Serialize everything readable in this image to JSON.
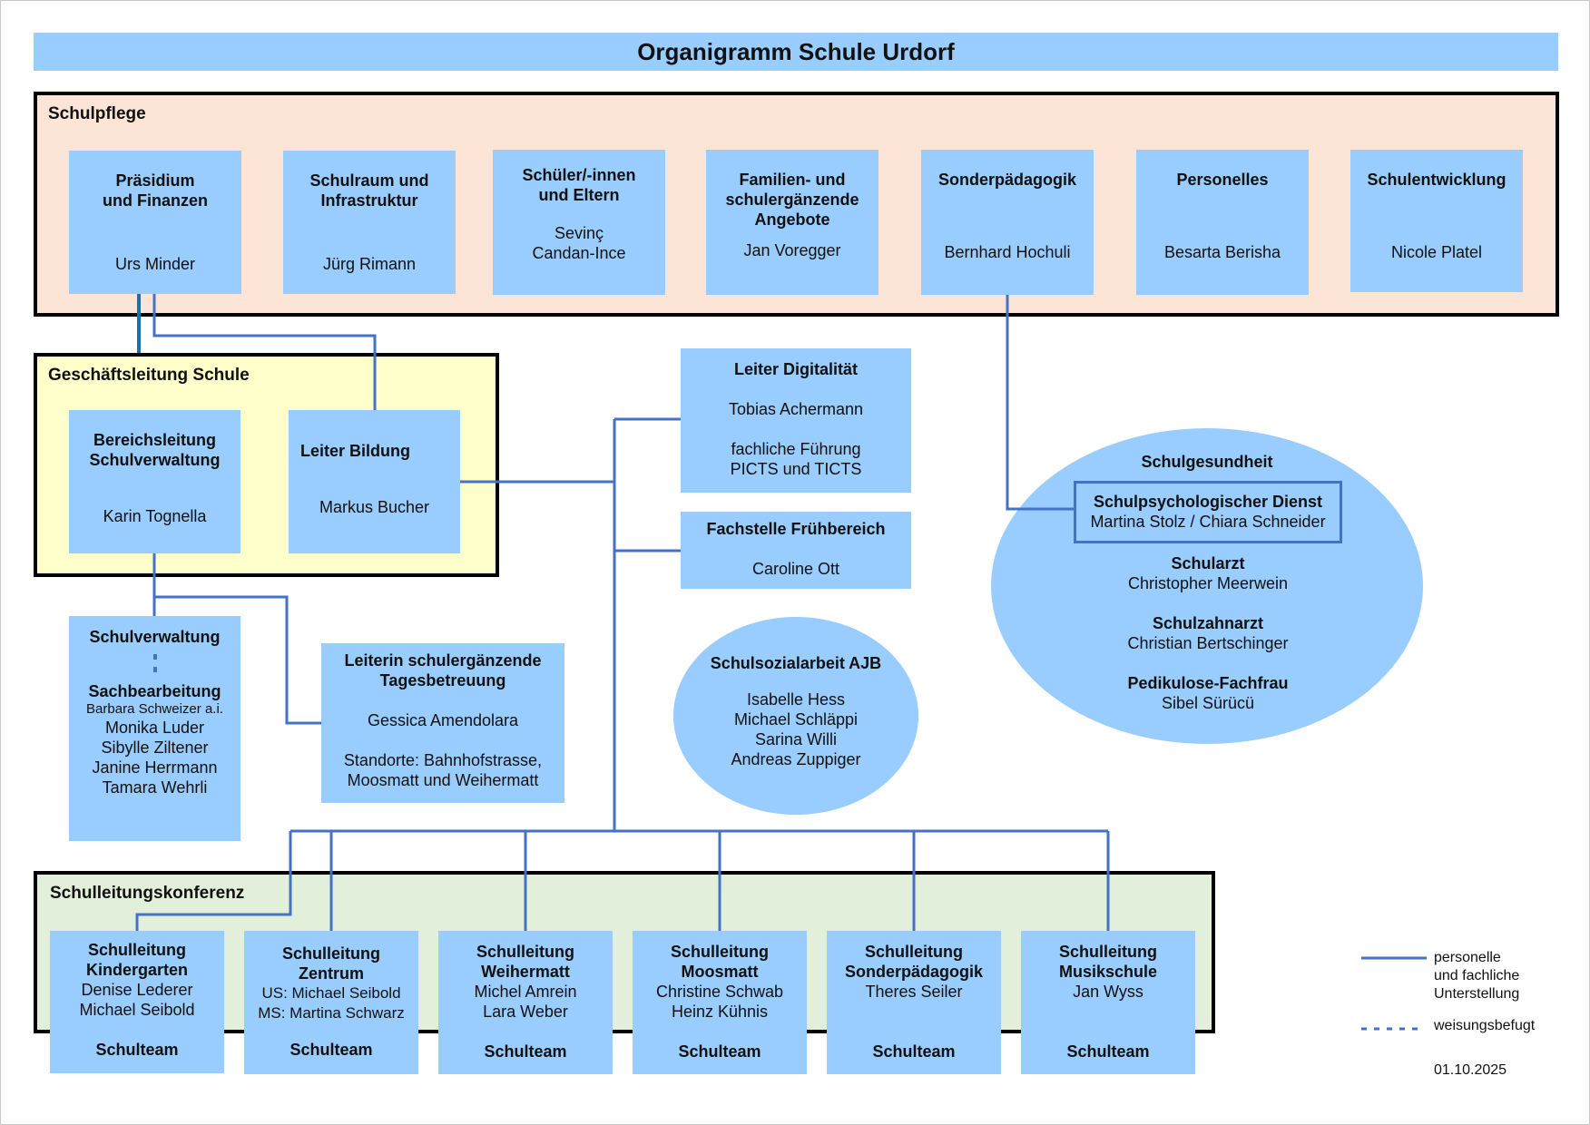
{
  "title": "Organigramm Schule Urdorf",
  "colors": {
    "box_fill": "#99ccff",
    "line": "#4472c4",
    "schulpflege_bg": "#fce4d6",
    "geschaeftsleitung_bg": "#ffffcc",
    "schulleitungskonferenz_bg": "#e2efda",
    "title_bg": "#99ccff"
  },
  "schulpflege": {
    "label": "Schulpflege",
    "members": [
      {
        "role": "Präsidium\nund Finanzen",
        "name": "Urs Minder"
      },
      {
        "role": "Schulraum und\nInfrastruktur",
        "name": "Jürg Rimann"
      },
      {
        "role": "Schüler/-innen\nund Eltern",
        "name": "Sevinç\nCandan-Ince"
      },
      {
        "role": "Familien- und\nschulergänzende\nAngebote",
        "name": "Jan Voregger"
      },
      {
        "role": "Sonderpädagogik",
        "name": "Bernhard Hochuli"
      },
      {
        "role": "Personelles",
        "name": "Besarta Berisha"
      },
      {
        "role": "Schulentwicklung",
        "name": "Nicole Platel"
      }
    ]
  },
  "geschaeftsleitung": {
    "label": "Geschäftsleitung Schule",
    "members": [
      {
        "role": "Bereichsleitung\nSchulverwaltung",
        "name": "Karin Tognella"
      },
      {
        "role": "Leiter Bildung",
        "name": "Markus Bucher"
      }
    ]
  },
  "schulverwaltung": {
    "title": "Schulverwaltung",
    "subtitle": "Sachbearbeitung",
    "lead": "Barbara Schweizer a.i.",
    "staff": [
      "Monika Luder",
      "Sibylle Ziltener",
      "Janine Herrmann",
      "Tamara Wehrli"
    ]
  },
  "tagesbetreuung": {
    "role": "Leiterin schulergänzende\nTagesbetreuung",
    "name": "Gessica Amendolara",
    "note": "Standorte: Bahnhofstrasse,\nMoosmatt und Weihermatt"
  },
  "digitalitaet": {
    "role": "Leiter Digitalität",
    "name": "Tobias Achermann",
    "note": "fachliche Führung\nPICTS und TICTS"
  },
  "fruehbereich": {
    "role": "Fachstelle Frühbereich",
    "name": "Caroline Ott"
  },
  "schulsozialarbeit": {
    "title": "Schulsozialarbeit AJB",
    "members": [
      "Isabelle Hess",
      "Michael Schläppi",
      "Sarina Willi",
      "Andreas Zuppiger"
    ]
  },
  "schulgesundheit": {
    "title": "Schulgesundheit",
    "psych": {
      "role": "Schulpsychologischer Dienst",
      "name": "Martina Stolz / Chiara Schneider"
    },
    "items": [
      {
        "role": "Schularzt",
        "name": "Christopher Meerwein"
      },
      {
        "role": "Schulzahnarzt",
        "name": "Christian Bertschinger"
      },
      {
        "role": "Pedikulose-Fachfrau",
        "name": "Sibel Sürücü"
      }
    ]
  },
  "schulleitungskonferenz": {
    "label": "Schulleitungskonferenz",
    "schools": [
      {
        "role": "Schulleitung\nKindergarten",
        "names": "Denise Lederer\nMichael Seibold",
        "team": "Schulteam"
      },
      {
        "role": "Schulleitung\nZentrum",
        "names": "US: Michael Seibold\nMS: Martina Schwarz",
        "team": "Schulteam"
      },
      {
        "role": "Schulleitung\nWeihermatt",
        "names": "Michel Amrein\nLara Weber",
        "team": "Schulteam"
      },
      {
        "role": "Schulleitung\nMoosmatt",
        "names": "Christine Schwab\nHeinz Kühnis",
        "team": "Schulteam"
      },
      {
        "role": "Schulleitung\nSonderpädagogik",
        "names": "Theres Seiler",
        "team": "Schulteam"
      },
      {
        "role": "Schulleitung\nMusikschule",
        "names": "Jan Wyss",
        "team": "Schulteam"
      }
    ]
  },
  "legend": {
    "solid": "personelle\nund fachliche\nUnterstellung",
    "dashed": "weisungsbefugt"
  },
  "date": "01.10.2025"
}
